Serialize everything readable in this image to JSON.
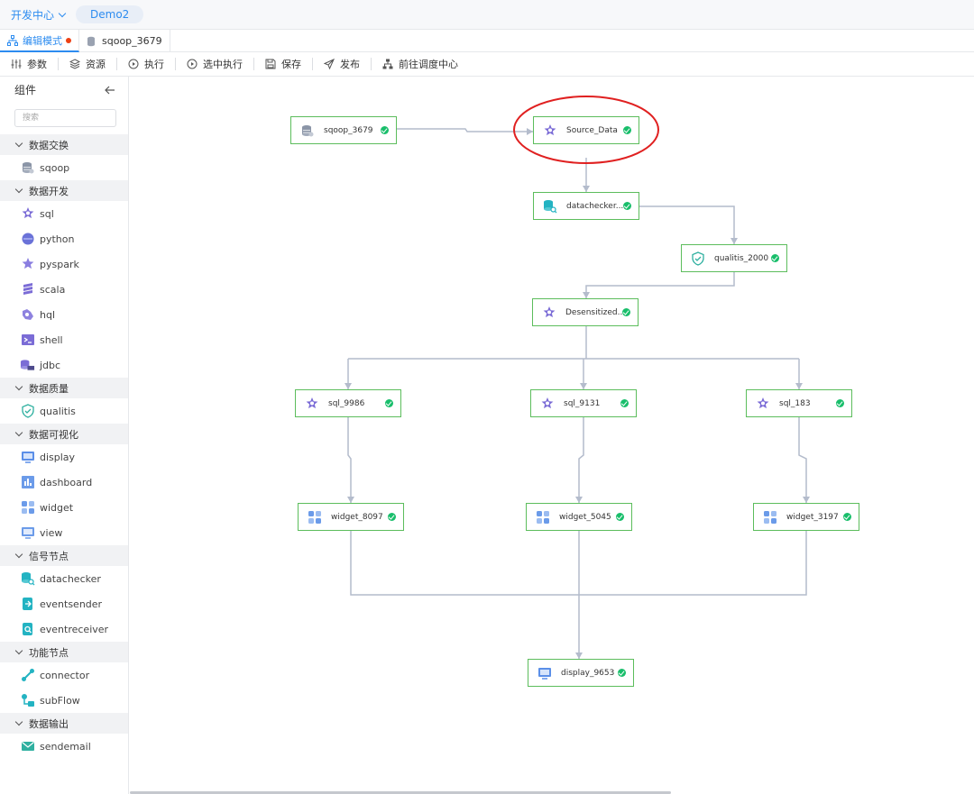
{
  "header": {
    "app_name": "开发中心",
    "project": "Demo2"
  },
  "tabs": [
    {
      "label": "编辑模式",
      "active": true,
      "unsaved": true
    },
    {
      "label": "sqoop_3679",
      "active": false
    }
  ],
  "toolbar": {
    "params": "参数",
    "resources": "资源",
    "run": "执行",
    "run_selected": "选中执行",
    "save": "保存",
    "publish": "发布",
    "scheduler": "前往调度中心"
  },
  "sidebar": {
    "title": "组件",
    "search_placeholder": "搜索",
    "categories": [
      {
        "label": "数据交换",
        "items": [
          "sqoop"
        ]
      },
      {
        "label": "数据开发",
        "items": [
          "sql",
          "python",
          "pyspark",
          "scala",
          "hql",
          "shell",
          "jdbc"
        ]
      },
      {
        "label": "数据质量",
        "items": [
          "qualitis"
        ]
      },
      {
        "label": "数据可视化",
        "items": [
          "display",
          "dashboard",
          "widget",
          "view"
        ]
      },
      {
        "label": "信号节点",
        "items": [
          "datachecker",
          "eventsender",
          "eventreceiver"
        ]
      },
      {
        "label": "功能节点",
        "items": [
          "connector",
          "subFlow"
        ]
      },
      {
        "label": "数据输出",
        "items": [
          "sendemail"
        ]
      }
    ]
  },
  "flow": {
    "nodes": [
      {
        "id": "n1",
        "label": "sqoop_3679",
        "icon": "sqoop",
        "status": "success"
      },
      {
        "id": "n2",
        "label": "Source_Data",
        "icon": "sql",
        "status": "success",
        "highlighted": true
      },
      {
        "id": "n3",
        "label": "datachecker...",
        "icon": "datachecker",
        "status": "success"
      },
      {
        "id": "n4",
        "label": "qualitis_2000",
        "icon": "qualitis",
        "status": "success"
      },
      {
        "id": "n5",
        "label": "Desensitized...",
        "icon": "sql",
        "status": "success"
      },
      {
        "id": "n6",
        "label": "sql_9986",
        "icon": "sql",
        "status": "success"
      },
      {
        "id": "n7",
        "label": "sql_9131",
        "icon": "sql",
        "status": "success"
      },
      {
        "id": "n8",
        "label": "sql_183",
        "icon": "sql",
        "status": "success"
      },
      {
        "id": "n9",
        "label": "widget_8097",
        "icon": "widget",
        "status": "success"
      },
      {
        "id": "n10",
        "label": "widget_5045",
        "icon": "widget",
        "status": "success"
      },
      {
        "id": "n11",
        "label": "widget_3197",
        "icon": "widget",
        "status": "success"
      },
      {
        "id": "n12",
        "label": "display_9653",
        "icon": "display",
        "status": "success"
      }
    ]
  },
  "colors": {
    "accent": "#2d8cf0",
    "node_border": "#5cbd5c",
    "success": "#19be6b",
    "edge": "#b4bccc",
    "highlight": "#e02020",
    "unsaved": "#ed4014"
  }
}
